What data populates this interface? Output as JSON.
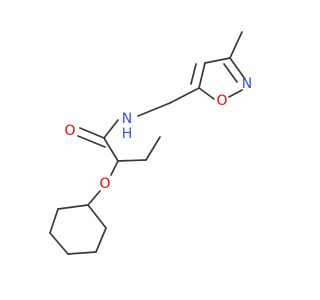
{
  "molecule": {
    "colors": {
      "bond": "#3a3a3a",
      "oxygen": "#ff0000",
      "nitrogen": "#3050f8",
      "background": "#ffffff"
    },
    "atoms": [
      {
        "id": "carbonyl_O",
        "label": "O",
        "element": "O"
      },
      {
        "id": "amide_N",
        "label": "N",
        "element": "N"
      },
      {
        "id": "amide_H",
        "label": "H",
        "element": "N"
      },
      {
        "id": "isoxazole_N",
        "label": "N",
        "element": "N"
      },
      {
        "id": "isoxazole_O",
        "label": "O",
        "element": "O"
      },
      {
        "id": "ether_O",
        "label": "O",
        "element": "O"
      }
    ]
  }
}
